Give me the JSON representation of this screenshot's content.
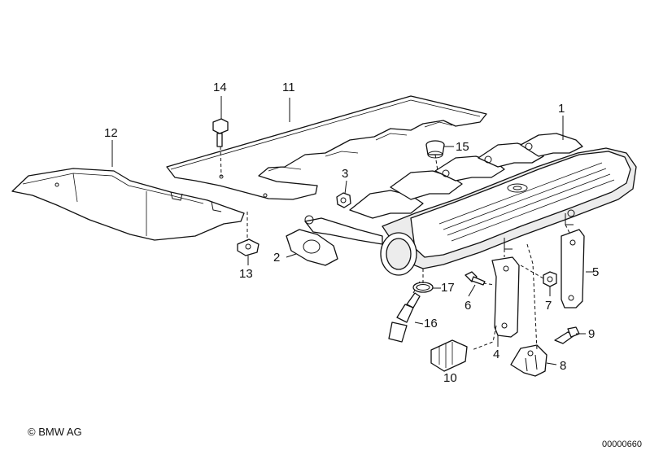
{
  "callouts": {
    "c1": "1",
    "c2": "2",
    "c3": "3",
    "c4": "4",
    "c5": "5",
    "c6": "6",
    "c7": "7",
    "c8": "8",
    "c9": "9",
    "c10": "10",
    "c11": "11",
    "c12": "12",
    "c13": "13",
    "c14": "14",
    "c15": "15",
    "c16": "16",
    "c17": "17"
  },
  "footer": {
    "copyright": "© BMW AG",
    "image_number": "00000660"
  }
}
